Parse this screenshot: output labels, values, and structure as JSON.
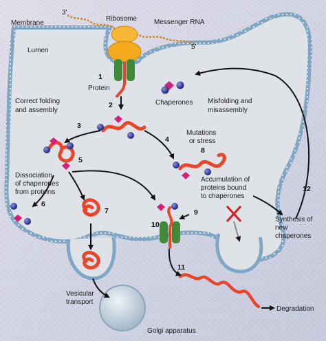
{
  "labels": {
    "membrane": "Membrane",
    "lumen": "Lumen",
    "ribosome": "Ribosome",
    "messenger_rna": "Messenger RNA",
    "three_prime": "3'",
    "five_prime": "5'",
    "protein": "Protein",
    "chaperones": "Chaperones",
    "correct_folding_1": "Correct folding",
    "correct_folding_2": "and assembly",
    "misfolding_1": "Misfolding and",
    "misfolding_2": "misassembly",
    "mutations_1": "Mutations",
    "mutations_2": "or stress",
    "dissociation_1": "Dissociation",
    "dissociation_2": "of chaperones",
    "dissociation_3": "from proteins",
    "accumulation_1": "Accumulation of",
    "accumulation_2": "proteins bound",
    "accumulation_3": "to chaperones",
    "synthesis_1": "Synthesis of",
    "synthesis_2": "new",
    "synthesis_3": "chaperones",
    "vesicular_1": "Vesicular",
    "vesicular_2": "transport",
    "golgi": "Golgi apparatus",
    "degradation": "Degradation"
  },
  "steps": {
    "s1": "1",
    "s2": "2",
    "s3": "3",
    "s4": "4",
    "s5": "5",
    "s6": "6",
    "s7": "7",
    "s8": "8",
    "s9": "9",
    "s10": "10",
    "s11": "11",
    "s12": "12"
  },
  "colors": {
    "membrane_fill": "#c9dcea",
    "membrane_edge": "#7fa6c4",
    "lumen_fill": "#dfe3e7",
    "cytoplasm": "#e9d3e2",
    "protein": "#e8452a",
    "ribosome": "#f5a91d",
    "channel": "#3e8a3a",
    "chaperone_sphere": "#2a2f8a",
    "chaperone_diamond": "#d81d7a",
    "rna": "#c98a2a",
    "arrow": "#111111",
    "block_x": "#d81b1b"
  }
}
